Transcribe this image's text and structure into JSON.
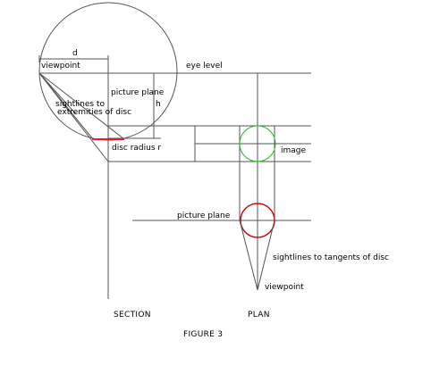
{
  "labels": {
    "d": "d",
    "viewpoint_section": "viewpoint",
    "eye_level": "eye level",
    "picture_plane_section": "picture plane",
    "h": "h",
    "sightlines_extremities": "sightlines to\nextremities of disc",
    "disc_radius": "disc radius r",
    "image": "image",
    "picture_plane_plan": "picture plane",
    "sightlines_tangents": "sightlines to tangents of disc",
    "viewpoint_plan": "viewpoint",
    "section": "SECTION",
    "plan": "PLAN",
    "figure": "FIGURE 3"
  },
  "colors": {
    "lines": "#555555",
    "image_circle": "#22bb22",
    "disc_plan": "#cc1111",
    "disc_section": "#dd2222"
  }
}
